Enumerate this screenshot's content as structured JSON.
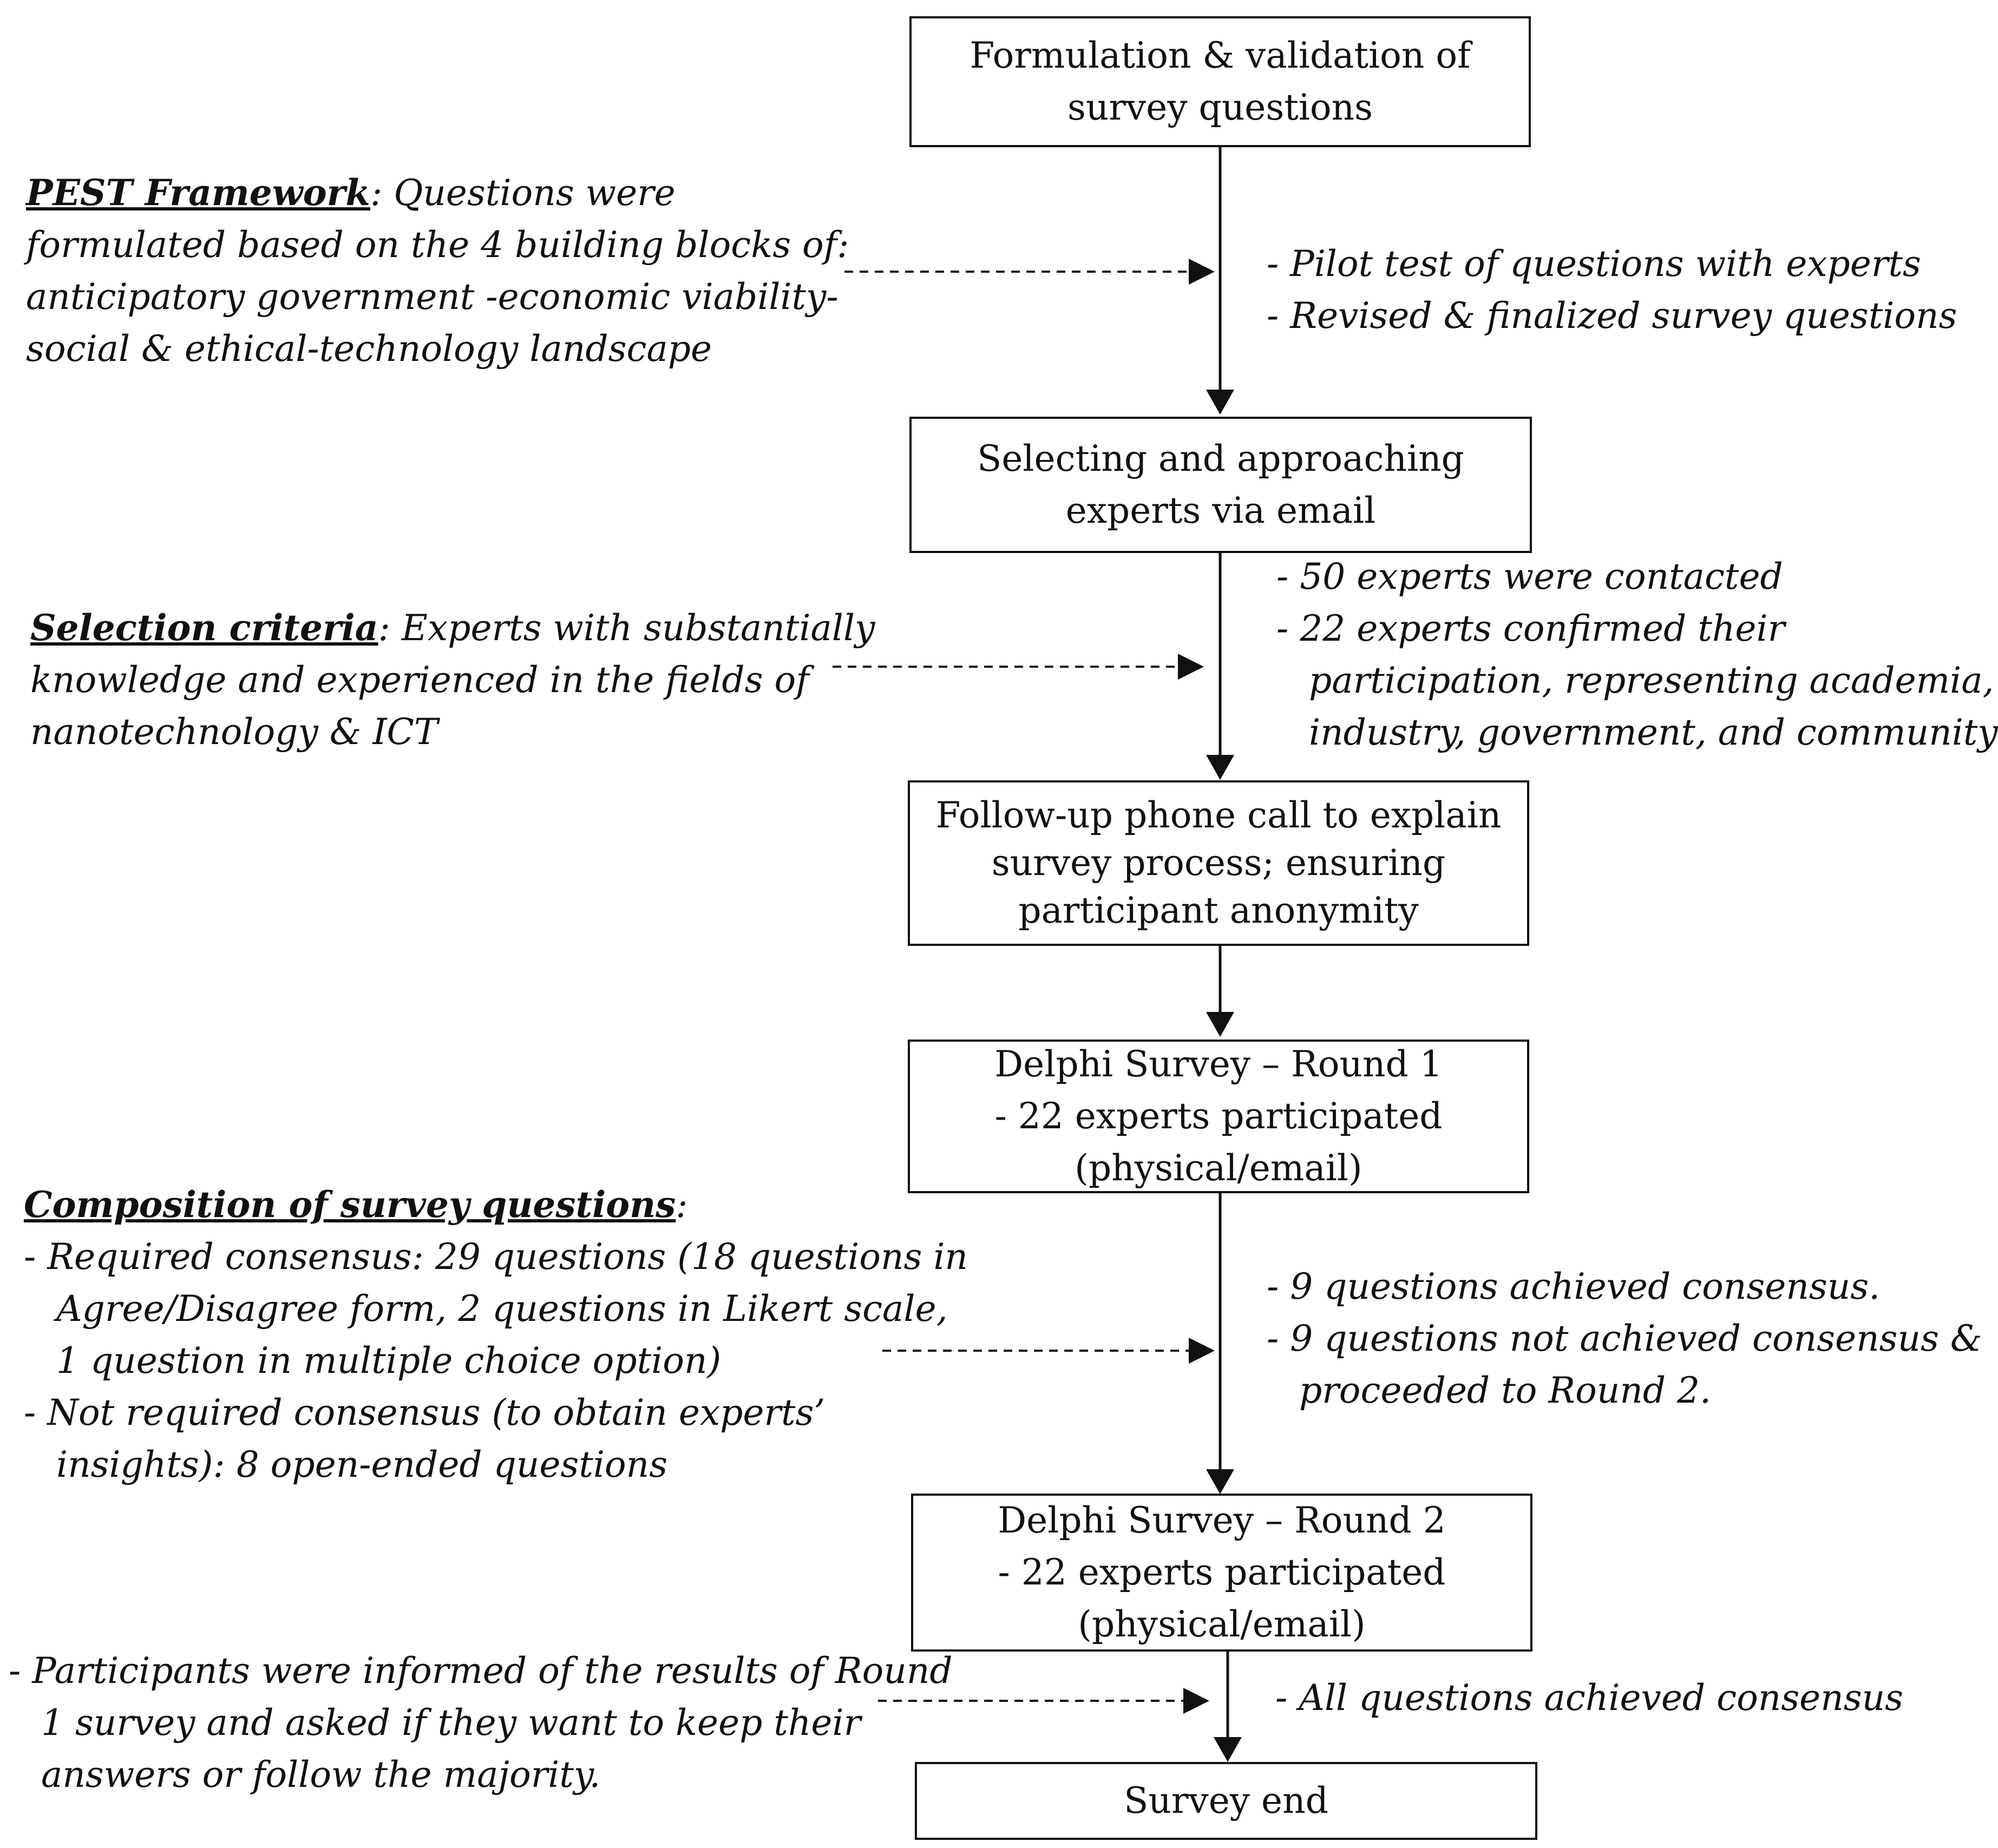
{
  "boxes": {
    "b1": [
      "Formulation & validation of",
      "survey questions"
    ],
    "b2": [
      "Selecting and approaching",
      "experts via email"
    ],
    "b3": [
      "Follow-up phone call to explain",
      "survey process; ensuring",
      "participant anonymity"
    ],
    "b4": [
      "Delphi Survey – Round 1",
      "- 22 experts participated",
      "(physical/email)"
    ],
    "b5": [
      "Delphi Survey – Round 2",
      "- 22 experts participated",
      "(physical/email)"
    ],
    "b6": [
      "Survey end"
    ]
  },
  "left_notes": {
    "pest": {
      "heading": "PEST Framework",
      "lines": [
        ": Questions were",
        "formulated based on the 4 building blocks of:",
        "anticipatory government -economic viability-",
        "social & ethical-technology landscape"
      ]
    },
    "selection": {
      "heading": "Selection criteria",
      "lines": [
        ": Experts with substantially",
        "knowledge and experienced in the fields of",
        "nanotechnology & ICT"
      ]
    },
    "composition": {
      "heading": "Composition of survey questions",
      "colon": ":",
      "lines": [
        "-  Required consensus: 29 questions (18 questions in",
        "Agree/Disagree form, 2 questions in Likert scale,",
        "1 question in multiple choice option)",
        "-  Not required consensus (to obtain experts’",
        "insights): 8 open-ended questions"
      ]
    },
    "informed": {
      "lines": [
        "-  Participants were informed of the results of Round",
        "1 survey and asked if they want to keep their",
        "answers or follow the majority."
      ]
    }
  },
  "right_notes": {
    "pilot": [
      "-  Pilot test of questions with experts",
      "-  Revised & finalized survey questions"
    ],
    "contacted": [
      "-  50 experts were contacted",
      "-  22 experts confirmed their",
      "participation, representing academia,",
      "industry, government, and community"
    ],
    "consensus1": [
      "-  9 questions achieved consensus.",
      "-  9 questions not achieved consensus &",
      "proceeded to Round 2."
    ],
    "consensus2": [
      "-  All questions achieved consensus"
    ]
  }
}
